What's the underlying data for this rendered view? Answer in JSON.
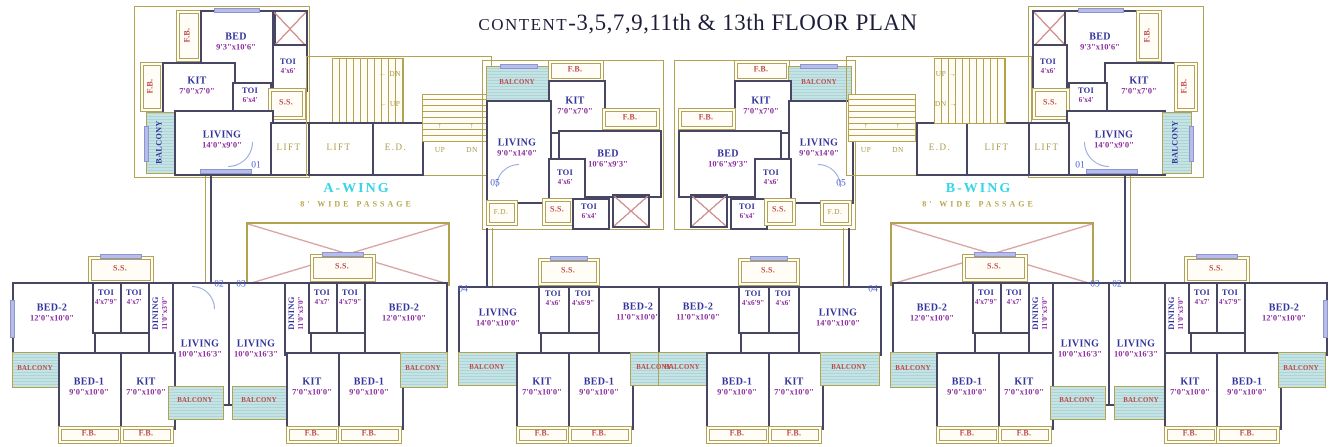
{
  "title": {
    "prefix": "CONTENT",
    "suffix": "-3,5,7,9,11th & 13th FLOOR PLAN"
  },
  "wings": {
    "a": {
      "name": "A-WING",
      "passage": "8' WIDE PASSAGE"
    },
    "b": {
      "name": "B-WING",
      "passage": "8' WIDE PASSAGE"
    }
  },
  "common": {
    "balcony": "BALCONY",
    "fb": "F.B.",
    "ss": "S.S.",
    "lift": "LIFT",
    "ed": "E.D.",
    "fd": "F.D.",
    "up": "UP",
    "dn": "DN"
  },
  "icons": {
    "arrow_left": "←",
    "arrow_right": "→",
    "arrow_up": "↑"
  },
  "units": {
    "u01": {
      "number": "01",
      "bed": {
        "name": "BED",
        "dim": "9'3\"x10'6\""
      },
      "kit": {
        "name": "KIT",
        "dim": "7'0\"x7'0\""
      },
      "toiA": {
        "name": "TOI",
        "dim": "4'x6'"
      },
      "toiB": {
        "name": "TOI",
        "dim": "6'x4'"
      },
      "living": {
        "name": "LIVING",
        "dim": "14'0\"x9'0\""
      }
    },
    "u05": {
      "number": "05",
      "kit": {
        "name": "KIT",
        "dim": "7'0\"x7'0\""
      },
      "bed": {
        "name": "BED",
        "dim": "10'6\"x9'3\""
      },
      "living": {
        "name": "LIVING",
        "dim": "9'0\"x14'0\""
      },
      "toiA": {
        "name": "TOI",
        "dim": "4'x6'"
      },
      "toiB": {
        "name": "TOI",
        "dim": "6'x4'"
      }
    },
    "u02": {
      "number": "02",
      "bed2": {
        "name": "BED-2",
        "dim": "12'0\"x10'0\""
      },
      "toiA": {
        "name": "TOI",
        "dim": "4'x7'9\""
      },
      "toiB": {
        "name": "TOI",
        "dim": "4'x7'"
      },
      "dining": {
        "name": "DINING",
        "dim": "11'0\"x3'0\""
      },
      "living": {
        "name": "LIVING",
        "dim": "10'0\"x16'3\""
      },
      "bed1": {
        "name": "BED-1",
        "dim": "9'0\"x10'0\""
      },
      "kit": {
        "name": "KIT",
        "dim": "7'0\"x10'0\""
      }
    },
    "u03": {
      "number": "03",
      "bed2": {
        "name": "BED-2",
        "dim": "12'0\"x10'0\""
      },
      "toiA": {
        "name": "TOI",
        "dim": "4'x7'9\""
      },
      "toiB": {
        "name": "TOI",
        "dim": "4'x7'"
      },
      "dining": {
        "name": "DINING",
        "dim": "11'0\"x3'0\""
      },
      "living": {
        "name": "LIVING",
        "dim": "10'0\"x16'3\""
      },
      "bed1": {
        "name": "BED-1",
        "dim": "9'0\"x10'0\""
      },
      "kit": {
        "name": "KIT",
        "dim": "7'0\"x10'0\""
      }
    },
    "u04": {
      "number": "04",
      "living": {
        "name": "LIVING",
        "dim": "14'0\"x10'0\""
      },
      "toiA": {
        "name": "TOI",
        "dim": "4'x6'"
      },
      "toiB": {
        "name": "TOI",
        "dim": "4'x6'9\""
      },
      "bed2": {
        "name": "BED-2",
        "dim": "11'0\"x10'0\""
      },
      "bed1": {
        "name": "BED-1",
        "dim": "9'0\"x10'0\""
      },
      "kit": {
        "name": "KIT",
        "dim": "7'0\"x10'0\""
      }
    }
  },
  "colors": {
    "wall": "#474763",
    "olive": "#b3a24f",
    "room_name": "#33339b",
    "dimension": "#8d2d9e",
    "red_label": "#bf4a4a",
    "olive_label": "#ad9b4a",
    "wing_label": "#35d6e8",
    "unit_number": "#4a5ed0",
    "balcony_fill": "#bfe0e2",
    "terrace_x": "#dba5a5",
    "window": "#b7bde9"
  }
}
